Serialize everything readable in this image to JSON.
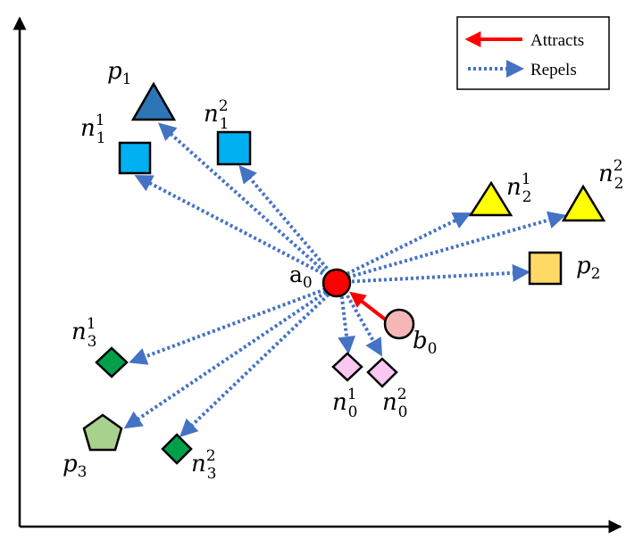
{
  "legend": {
    "attracts_label": "Attracts",
    "repels_label": "Repels",
    "attract_color": "#ff0000",
    "repel_color": "#4472c4"
  },
  "anchor": {
    "base": "a",
    "sub": "0",
    "color": "#ff0000"
  },
  "positive": {
    "base": "b",
    "sub": "0",
    "color": "#f4b6b6"
  },
  "nodes": [
    {
      "id": "p1",
      "shape": "triangle",
      "color": "#2e75b6",
      "base": "p",
      "sub": "1",
      "sup": ""
    },
    {
      "id": "n11",
      "shape": "square",
      "color": "#00b0f0",
      "base": "n",
      "sub": "1",
      "sup": "1"
    },
    {
      "id": "n12",
      "shape": "square",
      "color": "#00b0f0",
      "base": "n",
      "sub": "1",
      "sup": "2"
    },
    {
      "id": "n21",
      "shape": "triangle",
      "color": "#ffff00",
      "base": "n",
      "sub": "2",
      "sup": "1"
    },
    {
      "id": "n22",
      "shape": "triangle",
      "color": "#ffff00",
      "base": "n",
      "sub": "2",
      "sup": "2"
    },
    {
      "id": "p2",
      "shape": "square",
      "color": "#ffd966",
      "base": "p",
      "sub": "2",
      "sup": ""
    },
    {
      "id": "n31",
      "shape": "diamond",
      "color": "#00a04a",
      "base": "n",
      "sub": "3",
      "sup": "1"
    },
    {
      "id": "p3",
      "shape": "pentagon",
      "color": "#a9d18e",
      "base": "p",
      "sub": "3",
      "sup": ""
    },
    {
      "id": "n32",
      "shape": "diamond",
      "color": "#00a04a",
      "base": "n",
      "sub": "3",
      "sup": "2"
    },
    {
      "id": "n01",
      "shape": "diamond",
      "color": "#f8c8f0",
      "base": "n",
      "sub": "0",
      "sup": "1"
    },
    {
      "id": "n02",
      "shape": "diamond",
      "color": "#f8c8f0",
      "base": "n",
      "sub": "0",
      "sup": "2"
    }
  ]
}
